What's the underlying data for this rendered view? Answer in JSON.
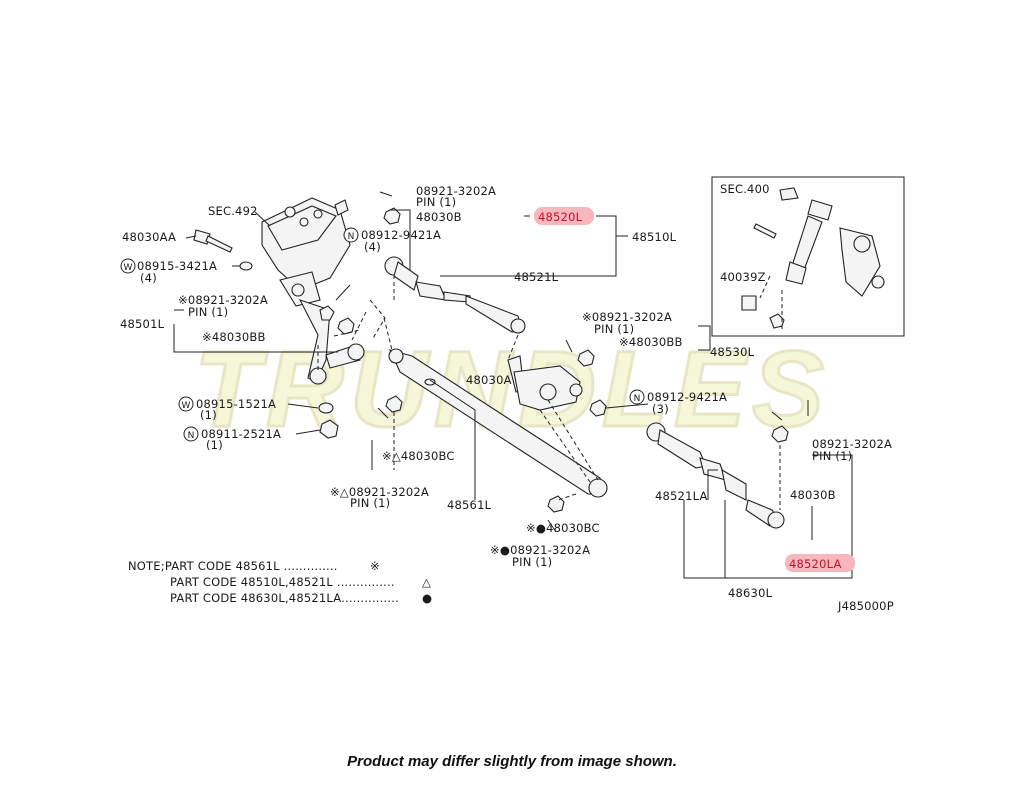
{
  "watermark": "TRUNDLES",
  "colors": {
    "highlight": "#f6b8bc",
    "highlight_text": "#c8102e",
    "line": "#222222",
    "watermark_fill": "#f6f6d9"
  },
  "labels": {
    "sec492": "SEC.492",
    "l48030AA": "48030AA",
    "w_08915_3421A": "08915-3421A",
    "q4a": "(4)",
    "n_08912_9421A_top": "08912-9421A",
    "q4b": "(4)",
    "pin_08921_top": "08921-3202A",
    "pin1_top": "PIN (1)",
    "l48030B_top": "48030B",
    "l48520L": "48520L",
    "l48510L": "48510L",
    "l48521L": "48521L",
    "l48501L": "48501L",
    "star_08921_left": "※08921-3202A",
    "pin1_left": "PIN (1)",
    "star_48030BB_left": "※48030BB",
    "star_08921_mid": "※08921-3202A",
    "pin1_mid": "PIN (1)",
    "star_48030BB_mid": "※48030BB",
    "l48530L": "48530L",
    "l48030A": "48030A",
    "n_08912_9421A_mid": "08912-9421A",
    "q3": "(3)",
    "w_08915_1521A": "08915-1521A",
    "q1a": "(1)",
    "n_08911_2521A": "08911-2521A",
    "q1b": "(1)",
    "star_tri_48030BC": "※△48030BC",
    "star_tri_08921": "※△08921-3202A",
    "pin1_tri": "PIN (1)",
    "l48561L": "48561L",
    "star_dot_48030BC": "※●48030BC",
    "star_dot_08921": "※●08921-3202A",
    "pin1_dot": "PIN (1)",
    "l48521LA": "48521LA",
    "l48030B_right": "48030B",
    "pin_08921_right": "08921-3202A",
    "pin1_right": "PIN (1)",
    "l48520LA": "48520LA",
    "l48630L": "48630L",
    "sec400": "SEC.400",
    "l40039Z": "40039Z",
    "diagram_id": "J485000P",
    "circle_w": "W",
    "circle_n": "N"
  },
  "notes": [
    {
      "text": "NOTE;PART CODE 48561L ..............",
      "symbol": "※"
    },
    {
      "text": "PART CODE 48510L,48521L ...............",
      "symbol": "△"
    },
    {
      "text": "PART CODE 48630L,48521LA...............",
      "symbol": "●"
    }
  ],
  "footer": "Product may differ slightly from image shown."
}
